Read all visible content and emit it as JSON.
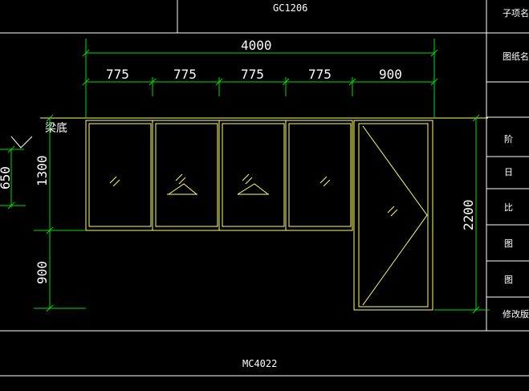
{
  "drawing": {
    "top_code": "GC1206",
    "bottom_code": "MC4022",
    "beam_bottom_label": "梁底",
    "overall_width": "4000",
    "segment_dims": [
      "775",
      "775",
      "775",
      "775",
      "900"
    ],
    "left_dim_1300": "1300",
    "left_dim_900": "900",
    "left_dim_650": "650",
    "right_dim_2200": "2200"
  },
  "title_block": {
    "rows": [
      "子项名称",
      "图纸名称",
      "阶",
      "日",
      "比",
      "图",
      "图",
      "修改版次"
    ]
  },
  "colors": {
    "background": "#000000",
    "frame": "#ffffff",
    "window": "#ffff66",
    "dimension": "#00dd00",
    "text": "#ffffff"
  }
}
